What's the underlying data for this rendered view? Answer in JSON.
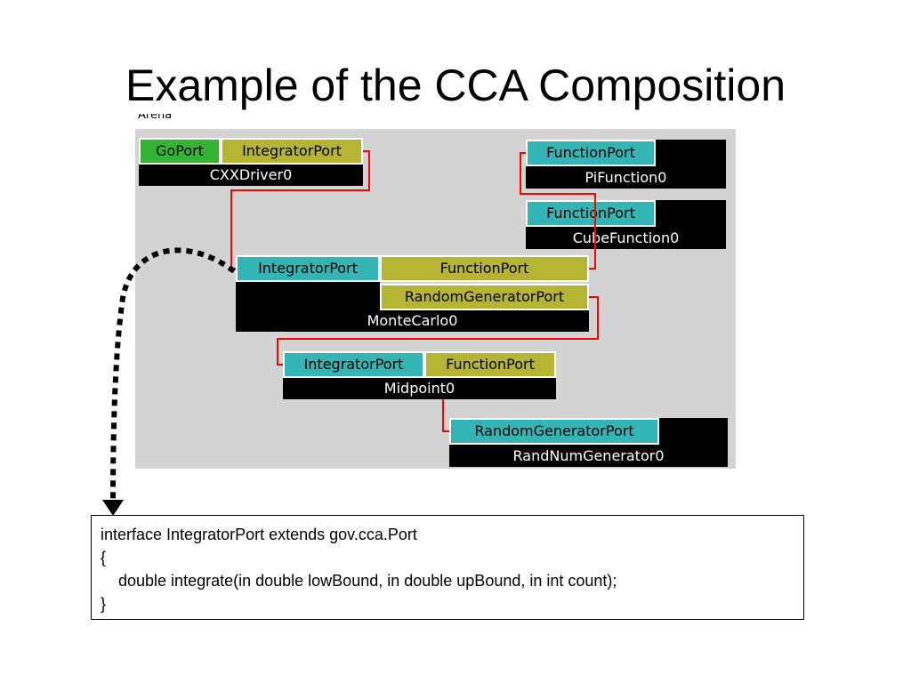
{
  "title": "Example of the CCA Composition",
  "canvas": {
    "label": "Arena"
  },
  "components": {
    "cxxdriver": {
      "name": "CXXDriver0",
      "ports": [
        "GoPort",
        "IntegratorPort"
      ]
    },
    "pifunction": {
      "name": "PiFunction0",
      "ports": [
        "FunctionPort"
      ]
    },
    "cubefunction": {
      "name": "CubeFunction0",
      "ports": [
        "FunctionPort"
      ]
    },
    "montecarlo": {
      "name": "MonteCarlo0",
      "ports": [
        "IntegratorPort",
        "FunctionPort",
        "RandomGeneratorPort"
      ]
    },
    "midpoint": {
      "name": "Midpoint0",
      "ports": [
        "IntegratorPort",
        "FunctionPort"
      ]
    },
    "randnum": {
      "name": "RandNumGenerator0",
      "ports": [
        "RandomGeneratorPort"
      ]
    }
  },
  "code": {
    "lines": [
      "interface IntegratorPort extends gov.cca.Port",
      "{",
      "    double integrate(in double lowBound, in double upBound, in int count);",
      "}"
    ]
  },
  "colors": {
    "canvas": "#d3d3d3",
    "go_port": "#33b533",
    "provides_port": "#33b5b5",
    "uses_port": "#b5b533",
    "wire": "#ff0000"
  }
}
